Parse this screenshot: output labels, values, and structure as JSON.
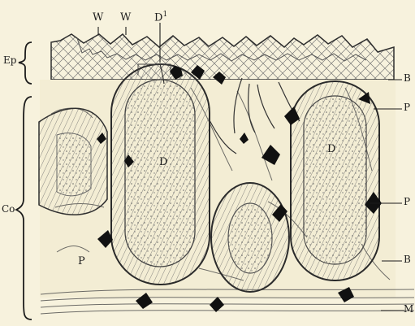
{
  "figure": {
    "labels": {
      "w_left": "W",
      "w_right": "W",
      "d_top": "D",
      "d_top_sup": "1",
      "ep": "Ep",
      "co": "Co",
      "d_left": "D",
      "d_right": "D",
      "p_bottom_left": "P",
      "b_top_right": "B",
      "p_upper_right": "P",
      "p_mid_right": "P",
      "b_bottom_right": "B",
      "m_bottom_right": "M"
    },
    "colors": {
      "paper": "#f7f2dd",
      "ink": "#1c1c1c",
      "hatching": "#555555"
    }
  }
}
